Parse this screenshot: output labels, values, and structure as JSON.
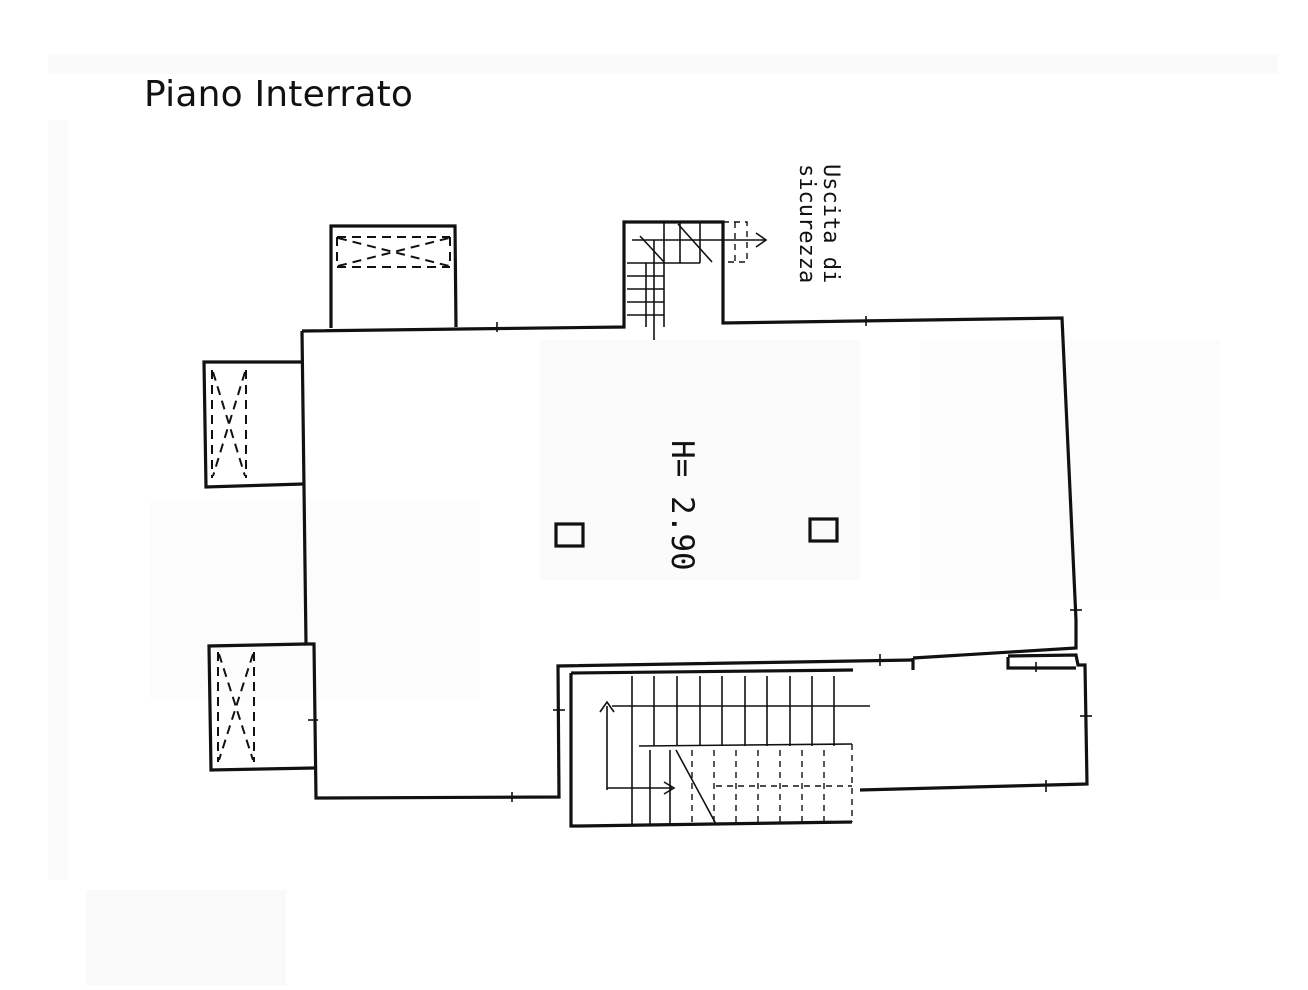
{
  "title": "Piano Interrato",
  "labels": {
    "height": "H= 2.90",
    "exit_line1": "Uscita di",
    "exit_line2": "sicurezza"
  },
  "colors": {
    "line": "#111111",
    "background": "#ffffff"
  }
}
